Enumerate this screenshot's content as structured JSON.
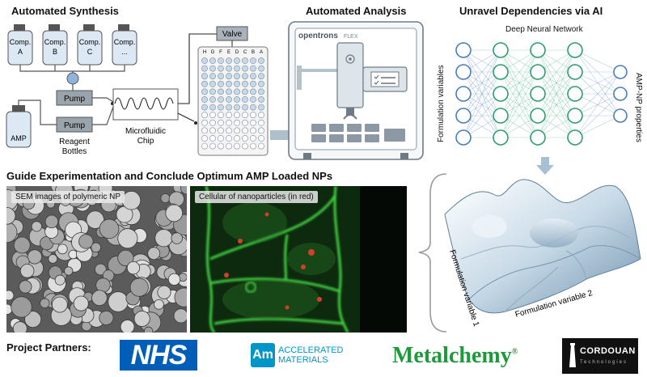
{
  "headings": {
    "synthesis": "Automated Synthesis",
    "analysis": "Automated Analysis",
    "ai": "Unravel Dependencies via AI",
    "guide": "Guide Experimentation and Conclude Optimum AMP Loaded NPs",
    "partners": "Project Partners:"
  },
  "synthesis": {
    "bottles": [
      {
        "line1": "Comp.",
        "line2": "A"
      },
      {
        "line1": "Comp.",
        "line2": "B"
      },
      {
        "line1": "Comp.",
        "line2": "C"
      },
      {
        "line1": "Comp.",
        "line2": "..."
      }
    ],
    "amp_bottle": "AMP",
    "pump_label": "Pump",
    "reagent_line1": "Reagent",
    "reagent_line2": "Bottles",
    "chip_line1": "Microfluidic",
    "chip_line2": "Chip",
    "valve": "Valve",
    "plate_rows": [
      "H",
      "G",
      "F",
      "E",
      "D",
      "C",
      "B",
      "A"
    ]
  },
  "analysis": {
    "brand": "opentrons",
    "model": "FLEX"
  },
  "ai": {
    "network_title": "Deep Neural Network",
    "input_label": "Formulation variables",
    "output_label": "AMP-NP properties",
    "surface_x_label": "Formulation variable 1",
    "surface_y_label": "Formulation variable 2"
  },
  "images": {
    "sem_caption": "SEM images of polymeric NP",
    "cell_caption": "Cellular of nanoparticles (in red)"
  },
  "partners": {
    "nhs": "NHS",
    "am_badge": "Am",
    "am_line1": "ACCELERATED",
    "am_line2": "MATERIALS",
    "metalchemy": "Metalchemy",
    "metalchemy_mark": "®",
    "cordouan": "CORDOUAN",
    "cordouan_sub": "Technologies"
  },
  "colors": {
    "accent_blue": "#2e5f8a",
    "node_blue": "#4a7db8",
    "node_green": "#2e9d6e",
    "bottle_fill": "#dce8f3",
    "pump_fill": "#9aa4ad",
    "nhs_blue": "#005eb8",
    "am_teal": "#0096c8",
    "metalchemy_green": "#1e9a3c"
  }
}
